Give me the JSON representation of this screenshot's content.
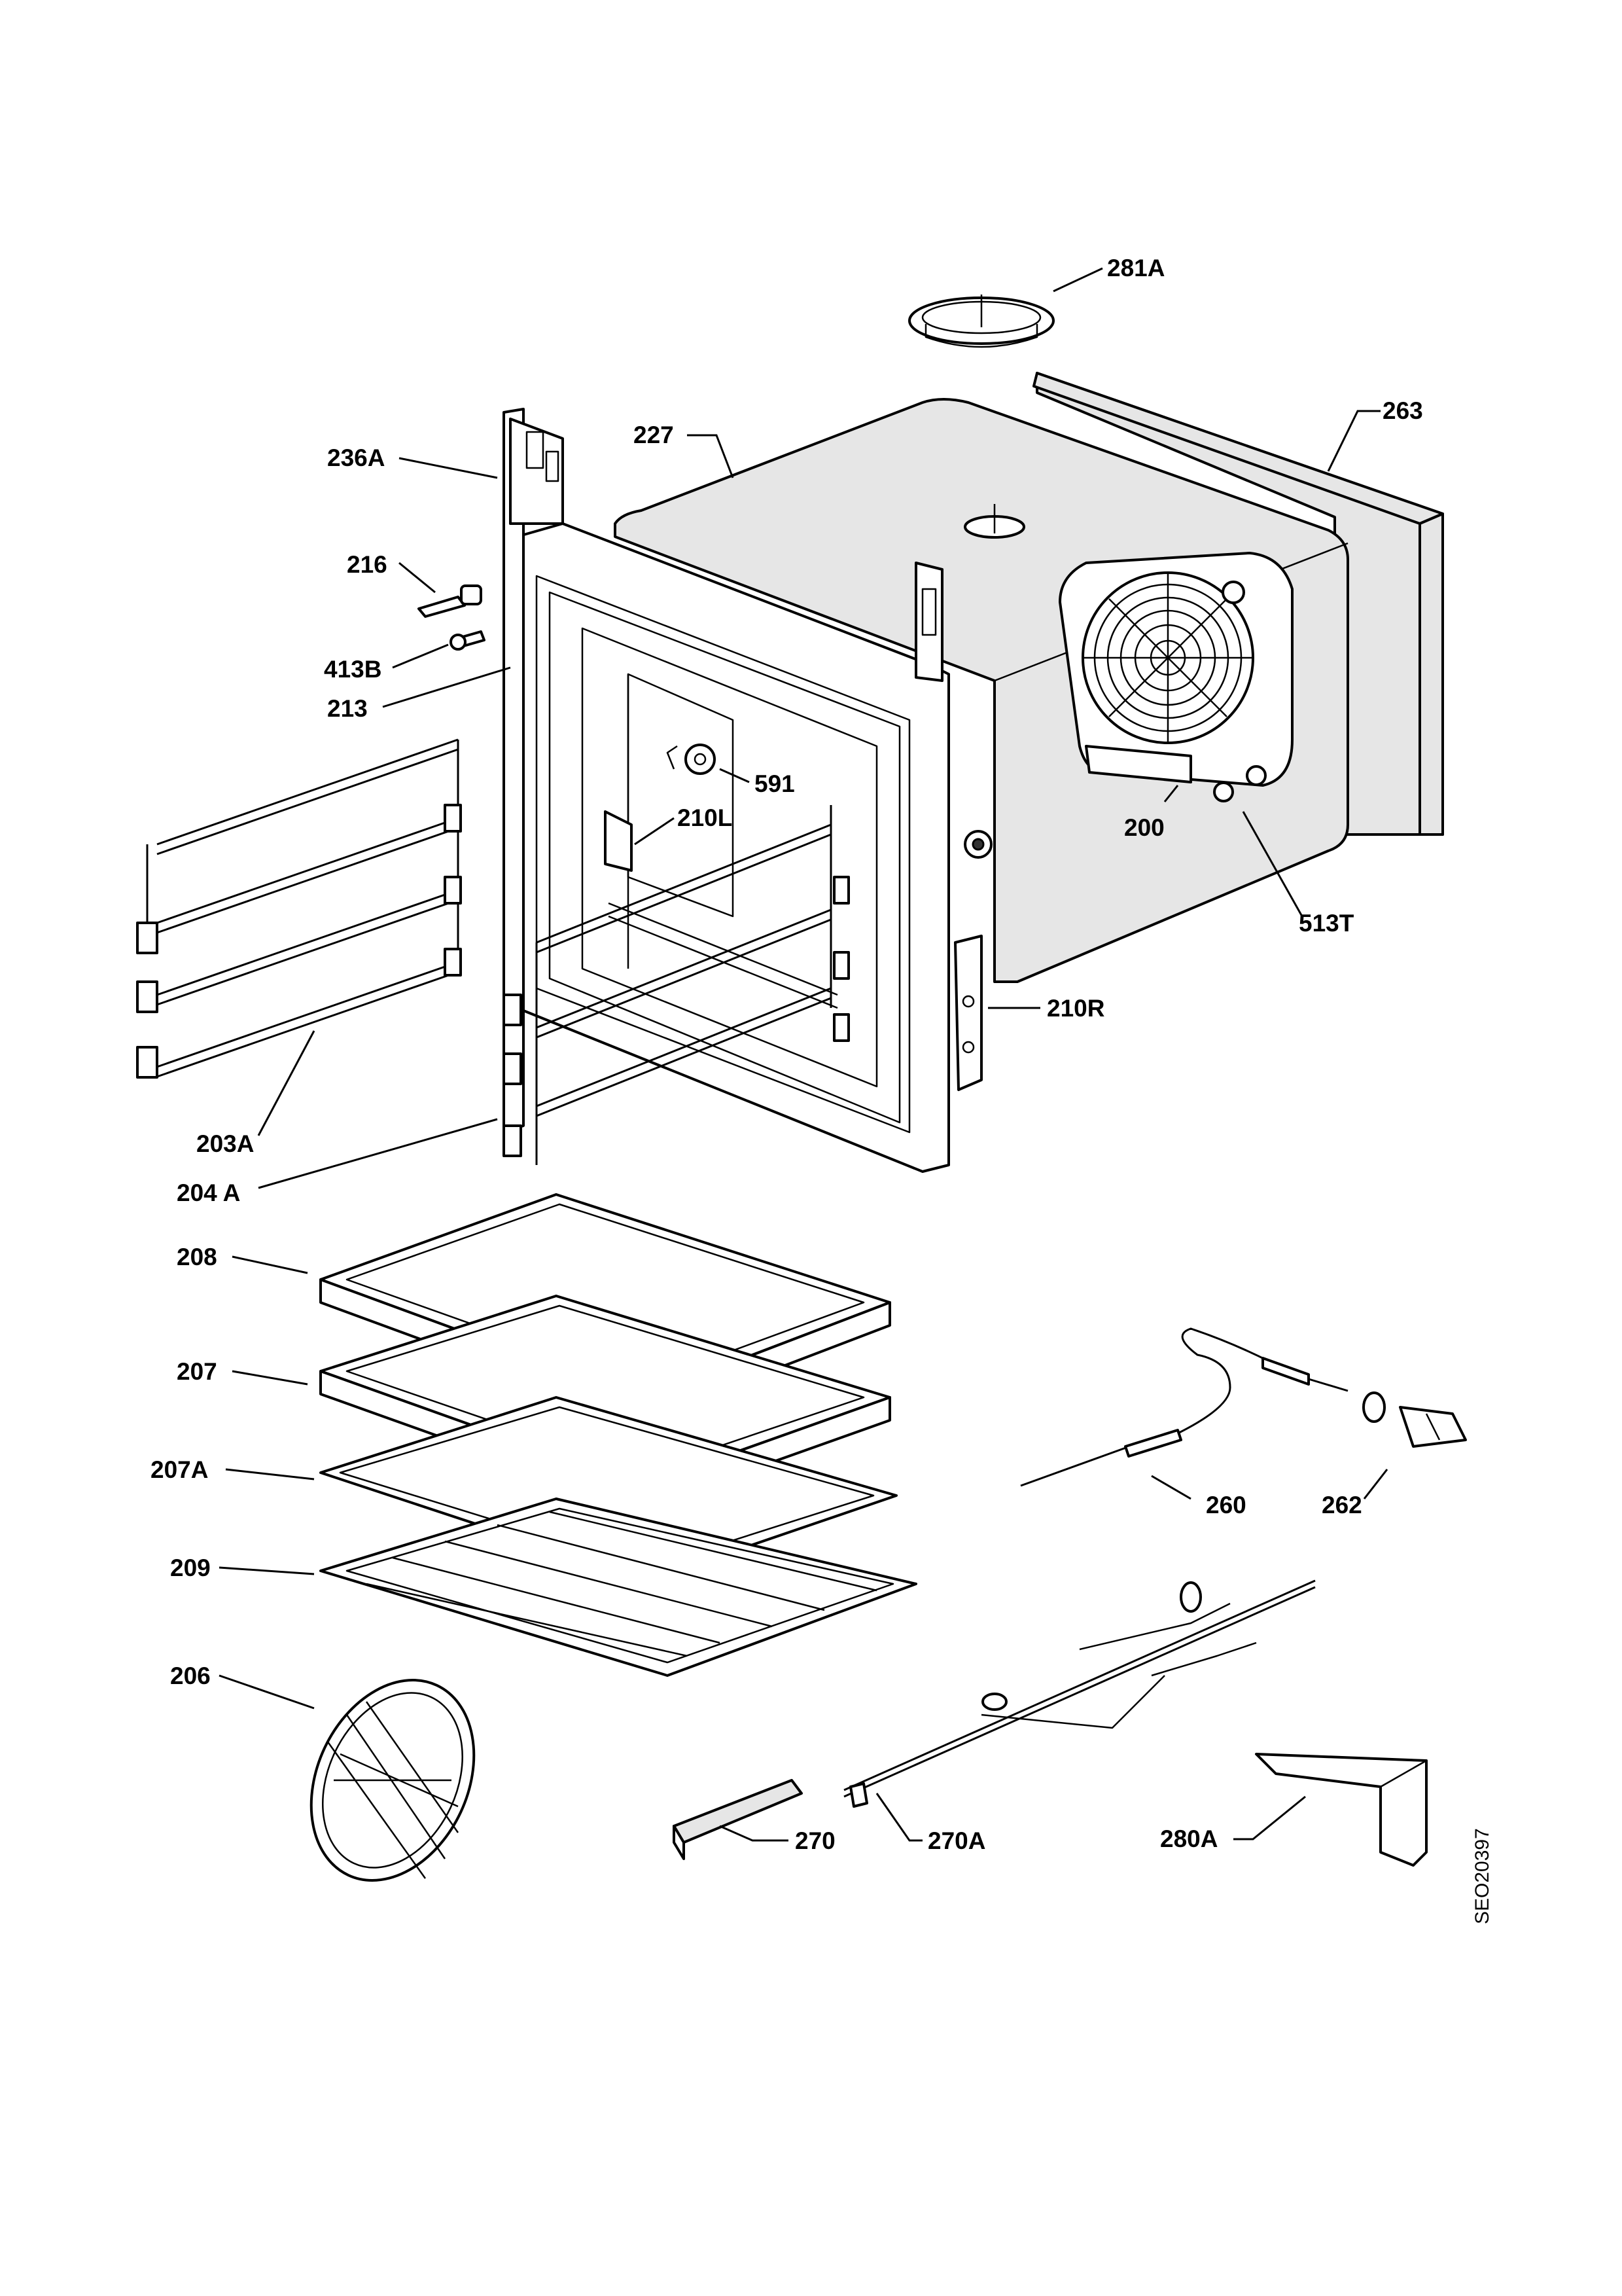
{
  "drawing_code": "SEO20397",
  "part_labels": {
    "p281A": "281A",
    "p227": "227",
    "p263": "263",
    "p236A": "236A",
    "p216": "216",
    "p413B": "413B",
    "p213": "213",
    "p591": "591",
    "p210L": "210L",
    "p200": "200",
    "p513T": "513T",
    "p210R": "210R",
    "p203A": "203A",
    "p204A": "204 A",
    "p208": "208",
    "p207": "207",
    "p207A": "207A",
    "p209": "209",
    "p206": "206",
    "p260": "260",
    "p262": "262",
    "p270": "270",
    "p270A": "270A",
    "p280A": "280A"
  }
}
